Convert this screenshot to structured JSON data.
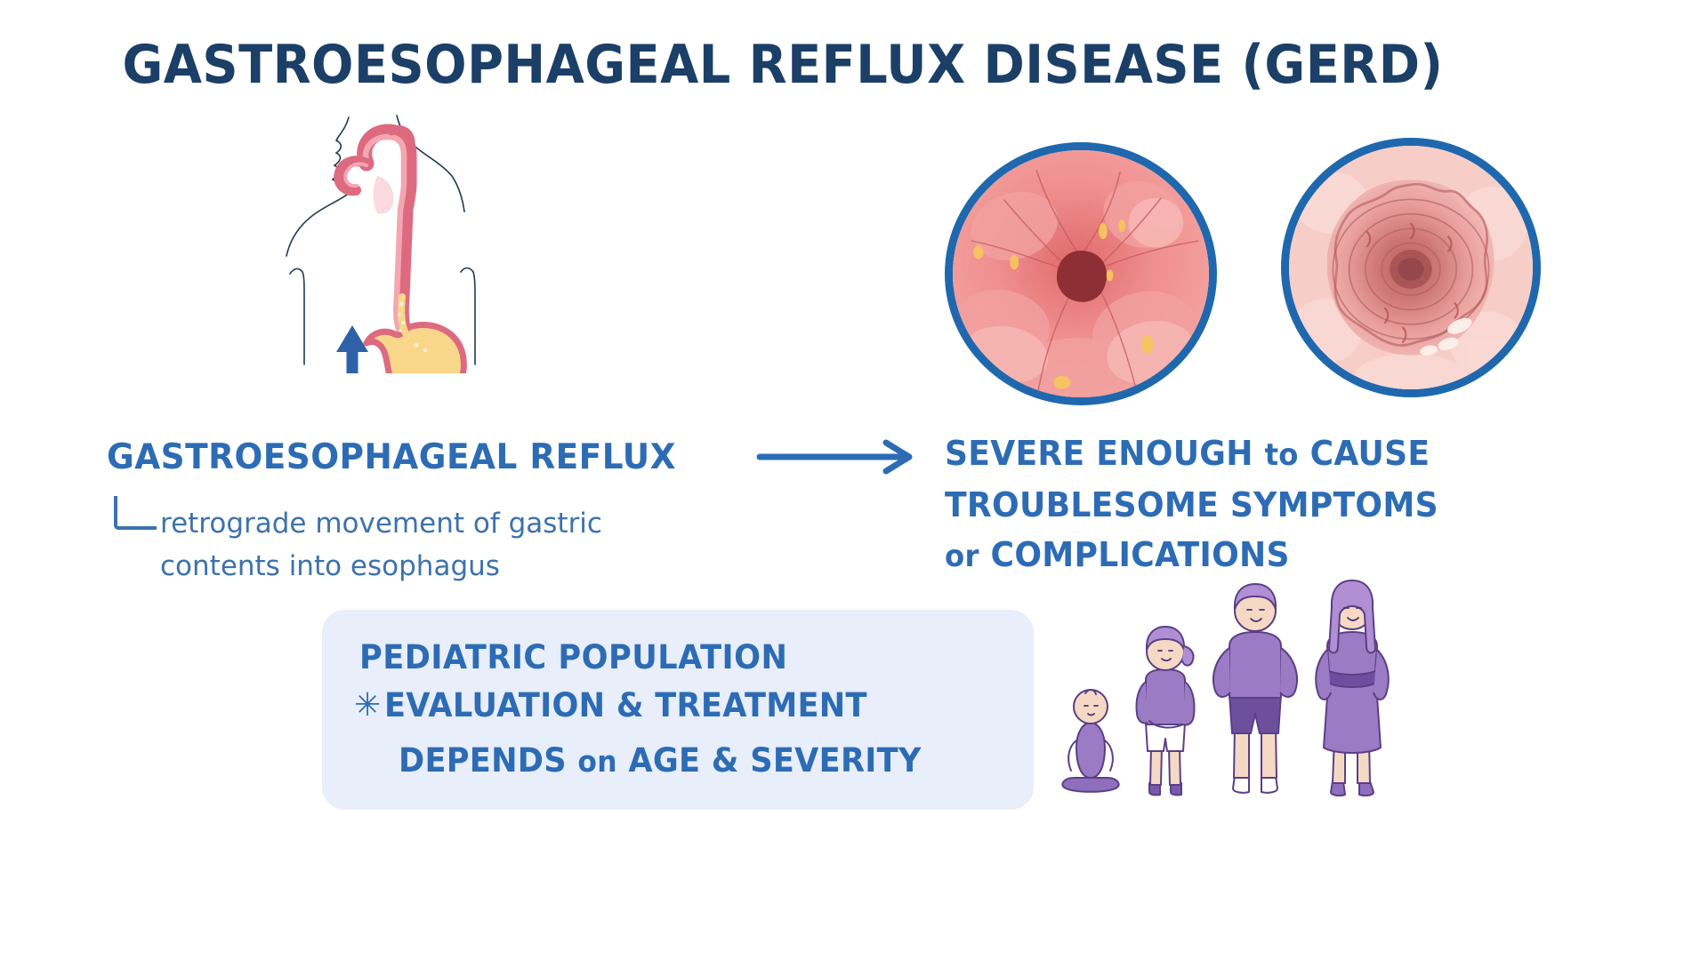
{
  "title": "GASTROESOPHAGEAL REFLUX DISEASE (GERD)",
  "left_section": {
    "label": "GASTROESOPHAGEAL REFLUX",
    "definition_line1": "retrograde movement of gastric",
    "definition_line2": "contents into esophagus",
    "diagram_name": "esophagus-stomach-reflux-diagram",
    "arrow_label": "reflux-upward-arrow"
  },
  "flow": {
    "arrow": "right-arrow"
  },
  "right_section": {
    "line1_main": "SEVERE ENOUGH",
    "line1_lower": "to",
    "line1_end": "CAUSE",
    "line2": "TROUBLESOME SYMPTOMS",
    "line3_lower": "or",
    "line3_main": "COMPLICATIONS",
    "endoscopy_1": "normal-esophagus-endoscopy",
    "endoscopy_2": "reflux-esophagitis-endoscopy"
  },
  "pediatric_box": {
    "heading": "PEDIATRIC POPULATION",
    "bullet_symbol": "✳",
    "bullet_line1": "EVALUATION & TREATMENT",
    "bullet_line2_lead": "DEPENDS",
    "bullet_line2_lower": "on",
    "bullet_line2_tail": "AGE & SEVERITY",
    "figures_caption": "pediatric-age-group-figures"
  },
  "colors": {
    "title_navy": "#1b3f67",
    "accent_blue": "#2d6cb5",
    "ring_blue": "#1f68ae",
    "soft_blue_bg": "#e8eefa",
    "esophagus_pink": "#e4697f",
    "stomach_yellow": "#f8d78a",
    "mucosa_pink": "#ef8c8c",
    "figure_purple": "#9b7cc4"
  }
}
